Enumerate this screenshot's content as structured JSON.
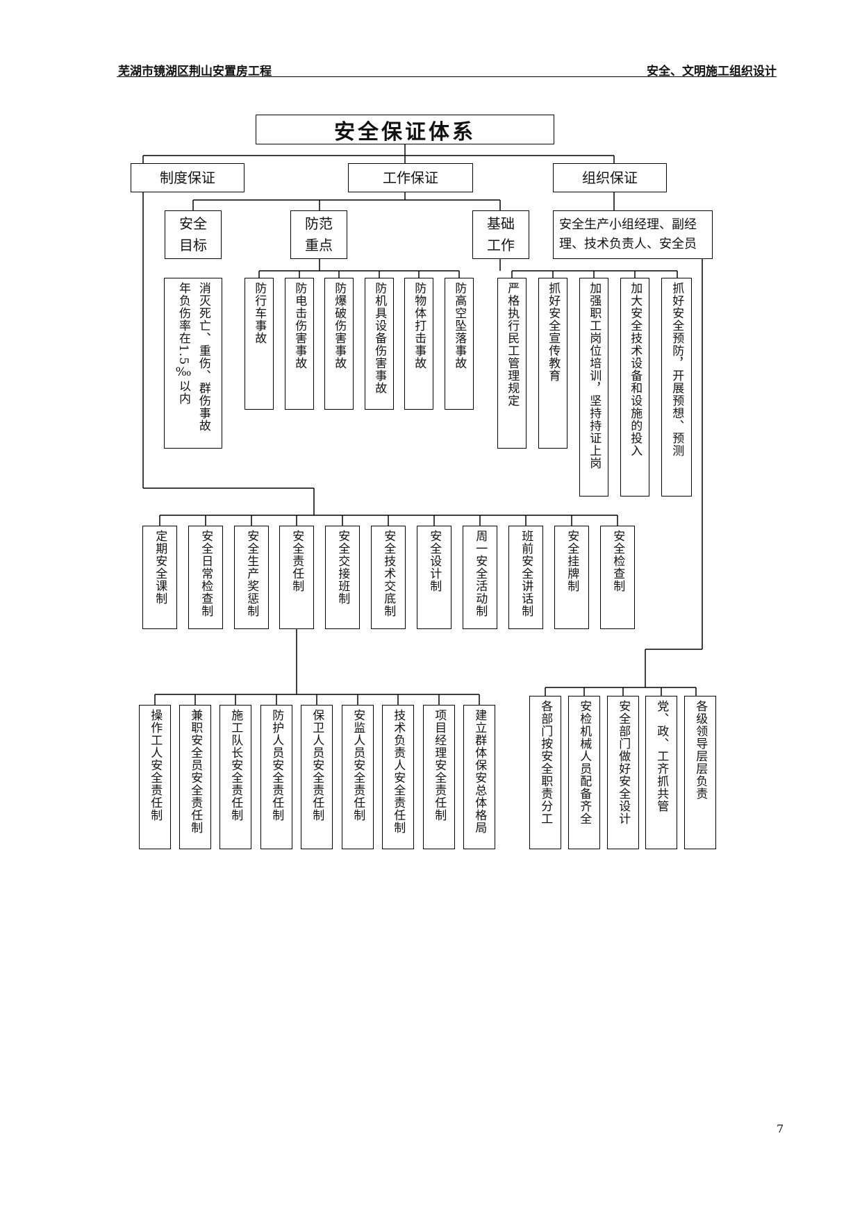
{
  "header": {
    "left": "芜湖市镜湖区荆山安置房工程",
    "right": "安全、文明施工组织设计"
  },
  "diagram": {
    "title": "安全保证体系",
    "level1": [
      "制度保证",
      "工作保证",
      "组织保证"
    ],
    "level2": {
      "target": "安全目标",
      "prevention": "防范重点",
      "foundation": "基础工作",
      "org": "安全生产小组经理、副经理、技术负责人、安全员"
    },
    "target_items": [
      "消灭死亡、重伤、群伤事故",
      "年负伤率在1.5‰以内"
    ],
    "prevention_items": [
      "防行车事故",
      "防电击伤害事故",
      "防爆破伤害事故",
      "防机具设备伤害事故",
      "防物体打击事故",
      "防高空坠落事故"
    ],
    "foundation_items": [
      "严格执行民工管理规定",
      "抓好安全宣传教育",
      "加强职工岗位培训，坚持持证上岗",
      "加大安全技术设备和设施的投入",
      "抓好安全预防，开展预想、预测"
    ],
    "system_items": [
      "定期安全课制",
      "安全日常检查制",
      "安全生产奖惩制",
      "安全责任制",
      "安全交接班制",
      "安全技术交底制",
      "安全设计制",
      "周一安全活动制",
      "班前安全讲话制",
      "安全挂牌制",
      "安全检查制"
    ],
    "responsibility_items": [
      "操作工人安全责任制",
      "兼职安全员安全责任制",
      "施工队长安全责任制",
      "防护人员安全责任制",
      "保卫人员安全责任制",
      "安监人员安全责任制",
      "技术负责人安全责任制",
      "项目经理安全责任制",
      "建立群体保安总体格局"
    ],
    "org_items": [
      "各部门按安全职责分工",
      "安检机械人员配备齐全",
      "安全部门做好安全设计",
      "党、政、工齐抓共管",
      "各级领导层层负责"
    ]
  },
  "page_number": "7"
}
